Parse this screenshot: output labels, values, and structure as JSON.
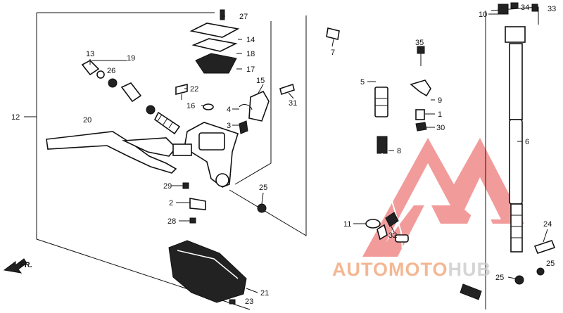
{
  "diagram": {
    "callouts": {
      "n1": "1",
      "n2": "2",
      "n3": "3",
      "n4": "4",
      "n5": "5",
      "n6": "6",
      "n7": "7",
      "n8": "8",
      "n9": "9",
      "n10": "10",
      "n11": "11",
      "n12": "12",
      "n13": "13",
      "n14": "14",
      "n15": "15",
      "n16": "16",
      "n17": "17",
      "n18": "18",
      "n19": "19",
      "n20": "20",
      "n21": "21",
      "n22": "22",
      "n23": "23",
      "n24": "24",
      "n25a": "25",
      "n25b": "25",
      "n25c": "25",
      "n26": "26",
      "n27": "27",
      "n28": "28",
      "n29": "29",
      "n30": "30",
      "n31": "31",
      "n32": "32",
      "n33": "33",
      "n34": "34",
      "n35": "35"
    },
    "direction_label": "FR.",
    "watermark": {
      "text_part1": "AUTOMOTO",
      "text_part2": "HUB",
      "color_main": "#f0a070",
      "color_tail": "#c8c8c8",
      "logo_color": "#e84a4a"
    }
  }
}
